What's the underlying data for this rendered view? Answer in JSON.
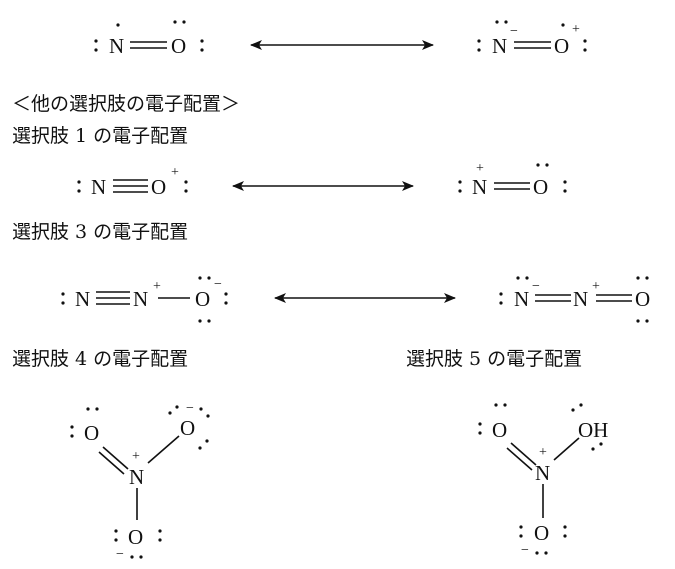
{
  "headings": {
    "others": "＜他の選択肢の電子配置＞",
    "choice1": "選択肢 1 の電子配置",
    "choice3": "選択肢 3 の電子配置",
    "choice4": "選択肢 4 の電子配置",
    "choice5": "選択肢 5 の電子配置"
  },
  "atoms": {
    "N": "N",
    "O": "O",
    "OH": "OH"
  },
  "charges": {
    "plus": "+",
    "minus": "−"
  },
  "structures": [
    {
      "id": "no-resonance-a",
      "formula": "N=O",
      "description": "nitric oxide, unpaired electron on N"
    },
    {
      "id": "no-resonance-b",
      "formula": "N(-)=O(+)",
      "description": "nitric oxide, unpaired electron on O"
    },
    {
      "id": "choice1-a",
      "formula": "N≡O(+)"
    },
    {
      "id": "choice1-b",
      "formula": "N(+)=O"
    },
    {
      "id": "choice3-a",
      "formula": "N≡N(+)–O(-)"
    },
    {
      "id": "choice3-b",
      "formula": "N(-)=N(+)=O"
    },
    {
      "id": "choice4",
      "formula": "O=N(+)(–O(-))–O(-)"
    },
    {
      "id": "choice5",
      "formula": "O=N(+)(–OH)–O(-)"
    }
  ],
  "colors": {
    "ink": "#111111",
    "background": "#ffffff"
  }
}
